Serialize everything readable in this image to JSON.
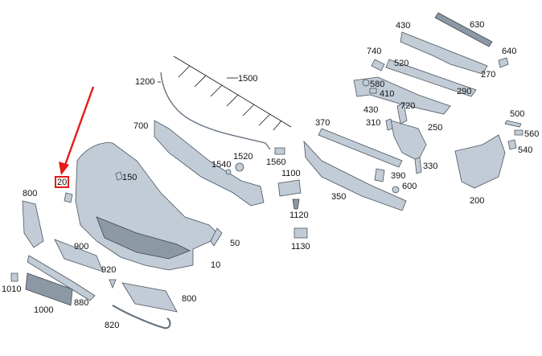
{
  "callouts": [
    {
      "id": "630",
      "text": "630"
    },
    {
      "id": "430a",
      "text": "430"
    },
    {
      "id": "640",
      "text": "640"
    },
    {
      "id": "740",
      "text": "740"
    },
    {
      "id": "520",
      "text": "520"
    },
    {
      "id": "270",
      "text": "270"
    },
    {
      "id": "580",
      "text": "580"
    },
    {
      "id": "410",
      "text": "410"
    },
    {
      "id": "290",
      "text": "290"
    },
    {
      "id": "1200",
      "text": "1200"
    },
    {
      "id": "1500",
      "text": "1500"
    },
    {
      "id": "430b",
      "text": "430"
    },
    {
      "id": "720",
      "text": "720"
    },
    {
      "id": "500",
      "text": "500"
    },
    {
      "id": "310",
      "text": "310"
    },
    {
      "id": "700",
      "text": "700"
    },
    {
      "id": "370",
      "text": "370"
    },
    {
      "id": "250",
      "text": "250"
    },
    {
      "id": "560",
      "text": "560"
    },
    {
      "id": "540",
      "text": "540"
    },
    {
      "id": "1520",
      "text": "1520"
    },
    {
      "id": "1540",
      "text": "1540"
    },
    {
      "id": "1560",
      "text": "1560"
    },
    {
      "id": "330",
      "text": "330"
    },
    {
      "id": "150",
      "text": "150"
    },
    {
      "id": "1100",
      "text": "1100"
    },
    {
      "id": "390",
      "text": "390"
    },
    {
      "id": "20",
      "text": "20"
    },
    {
      "id": "600",
      "text": "600"
    },
    {
      "id": "800a",
      "text": "800"
    },
    {
      "id": "350",
      "text": "350"
    },
    {
      "id": "200",
      "text": "200"
    },
    {
      "id": "1120",
      "text": "1120"
    },
    {
      "id": "50",
      "text": "50"
    },
    {
      "id": "900",
      "text": "900"
    },
    {
      "id": "1130",
      "text": "1130"
    },
    {
      "id": "10",
      "text": "10"
    },
    {
      "id": "920",
      "text": "920"
    },
    {
      "id": "1010",
      "text": "1010"
    },
    {
      "id": "800b",
      "text": "800"
    },
    {
      "id": "880",
      "text": "880"
    },
    {
      "id": "1000",
      "text": "1000"
    },
    {
      "id": "820",
      "text": "820"
    }
  ],
  "colors": {
    "part_fill": "#c2ccd6",
    "part_stroke": "#4b5560",
    "highlight": "#e41b17"
  },
  "highlighted_callout": "20"
}
